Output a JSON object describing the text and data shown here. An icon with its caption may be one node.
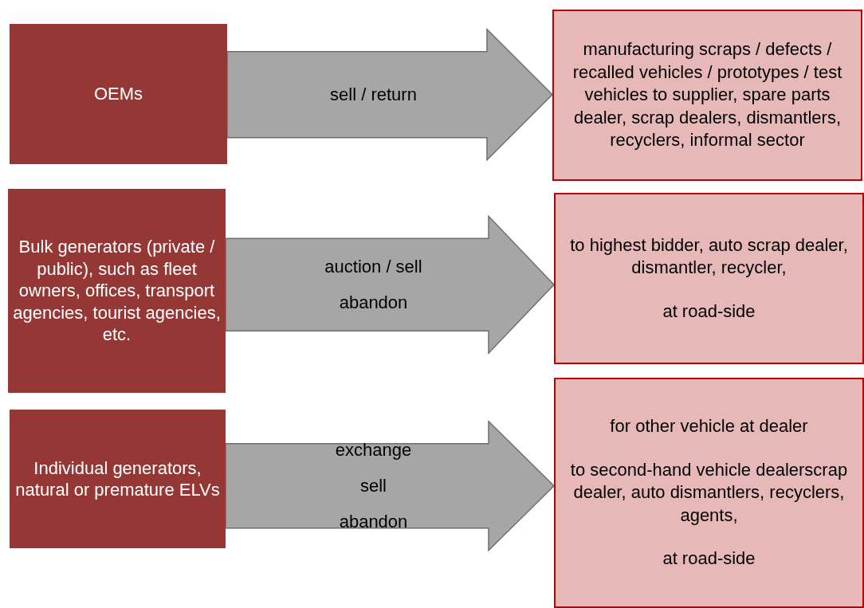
{
  "diagram": {
    "nodes": [
      {
        "text": [
          "OEMs"
        ]
      },
      {
        "text": [
          "Bulk generators (private / public), such as fleet owners, offices, transport agencies, tourist agencies, etc."
        ]
      },
      {
        "text": [
          "Individual generators, natural or premature ELVs"
        ]
      },
      {
        "text": [
          "manufacturing scraps / defects / recalled vehicles / prototypes / test vehicles to supplier, spare parts dealer, scrap dealers, dismantlers, recyclers, informal sector"
        ]
      },
      {
        "text": [
          "to highest bidder, auto scrap dealer, dismantler, recycler,",
          "at road-side"
        ]
      },
      {
        "text": [
          "for other vehicle at dealer",
          "to second-hand vehicle dealerscrap dealer, auto dismantlers, recyclers, agents,",
          "at road-side"
        ]
      }
    ],
    "edges": [
      {
        "from": 0,
        "to": 3,
        "arrow": "to",
        "label": "sell / return"
      },
      {
        "from": 1,
        "to": 4,
        "arrow": "to",
        "label": "auction / sell abandon"
      },
      {
        "from": 2,
        "to": 5,
        "arrow": "to",
        "label": "exchange sell abandon"
      }
    ]
  }
}
